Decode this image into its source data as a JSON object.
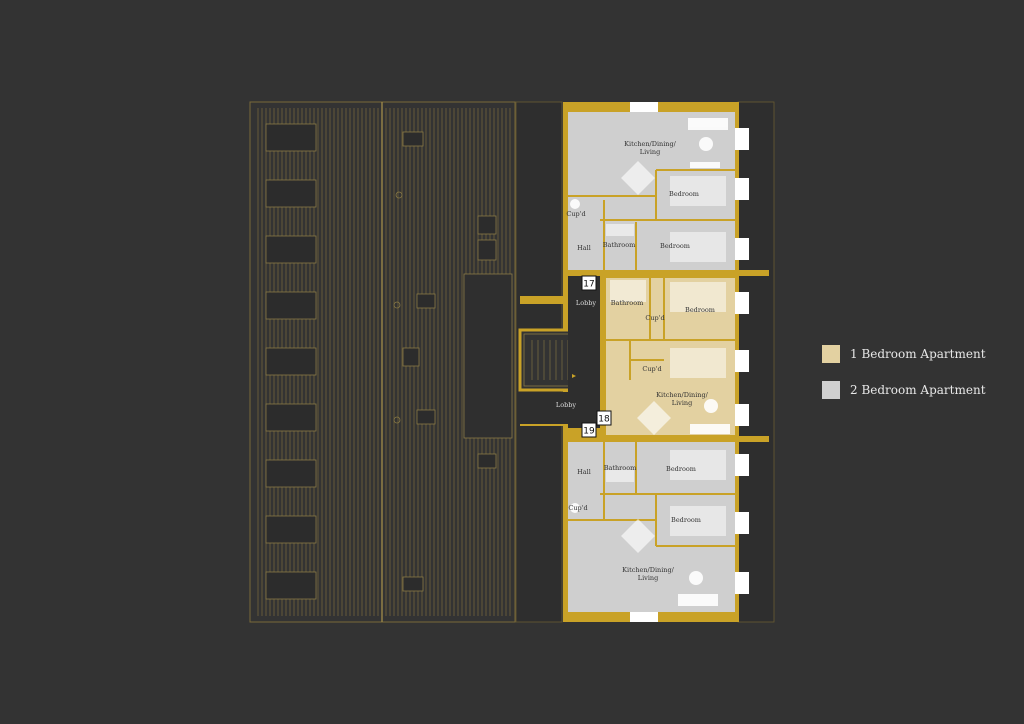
{
  "colors": {
    "background": "#333333",
    "wall_gold": "#c9a227",
    "one_bedroom": "#e3d1a1",
    "two_bedroom": "#cfcfcf",
    "outline": "#8a7a46"
  },
  "legend": [
    {
      "label": "1 Bedroom Apartment",
      "color": "#e3d1a1"
    },
    {
      "label": "2 Bedroom Apartment",
      "color": "#cfcfcf"
    }
  ],
  "units": {
    "u17": "17",
    "u18": "18",
    "u19": "19"
  },
  "rooms": {
    "kitchen_top_1": "Kitchen/Dining/",
    "kitchen_top_2": "Living",
    "bedroom_top_a": "Bedroom",
    "cupd_top": "Cup'd",
    "hall_top": "Hall",
    "bathroom_top": "Bathroom",
    "bedroom_top_b": "Bedroom",
    "lobby_top": "Lobby",
    "bathroom_mid": "Bathroom",
    "cupd_mid_a": "Cup'd",
    "bedroom_mid": "Bedroom",
    "cupd_mid_b": "Cup'd",
    "kitchen_mid_1": "Kitchen/Dining/",
    "kitchen_mid_2": "Living",
    "lobby_bottom": "Lobby",
    "hall_bottom": "Hall",
    "bathroom_bottom": "Bathroom",
    "bedroom_bottom_a": "Bedroom",
    "cupd_bottom": "Cup'd",
    "bedroom_bottom_b": "Bedroom",
    "kitchen_bottom_1": "Kitchen/Dining/",
    "kitchen_bottom_2": "Living"
  }
}
